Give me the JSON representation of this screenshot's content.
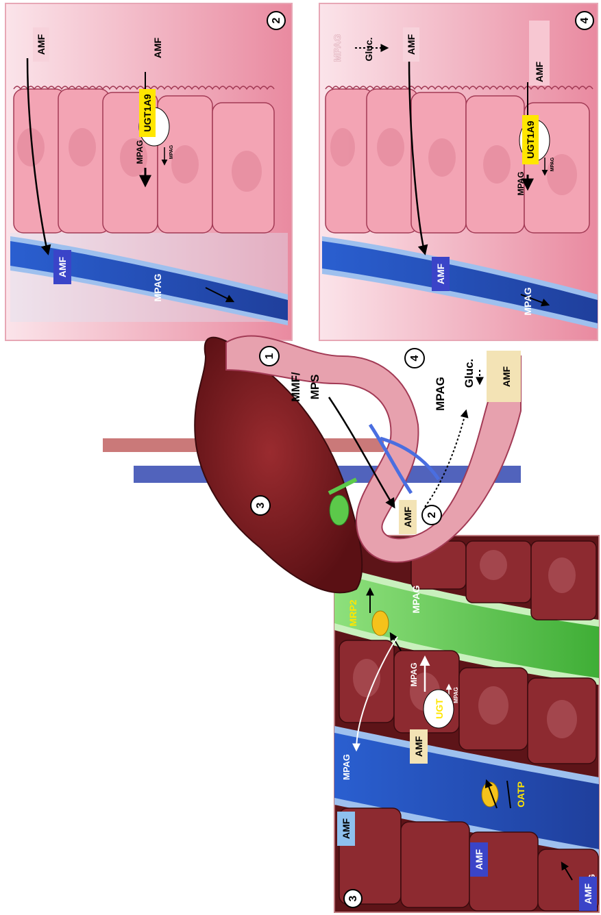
{
  "labels": {
    "amf": "AMF",
    "mpag": "MPAG",
    "ugt1a9": "UGT1A9",
    "ugt": "UGT",
    "mrp2": "MRP2",
    "oatp": "OATP",
    "gluc": "Gluc.",
    "mmf": "MMF/",
    "mps": "MPS",
    "n1": "1",
    "n2": "2",
    "n3": "3",
    "n4": "4"
  },
  "colors": {
    "intestine_pink": "#ea9aa8",
    "lumen_pink": "#f0bfc8",
    "blood_blue": "#3d6fd0",
    "liver_maroon": "#7b1e22",
    "bile_green": "#5cc94a",
    "label_yellow": "#ffe600",
    "label_blue": "#3a44c8",
    "label_tan": "#f3e3b5"
  }
}
